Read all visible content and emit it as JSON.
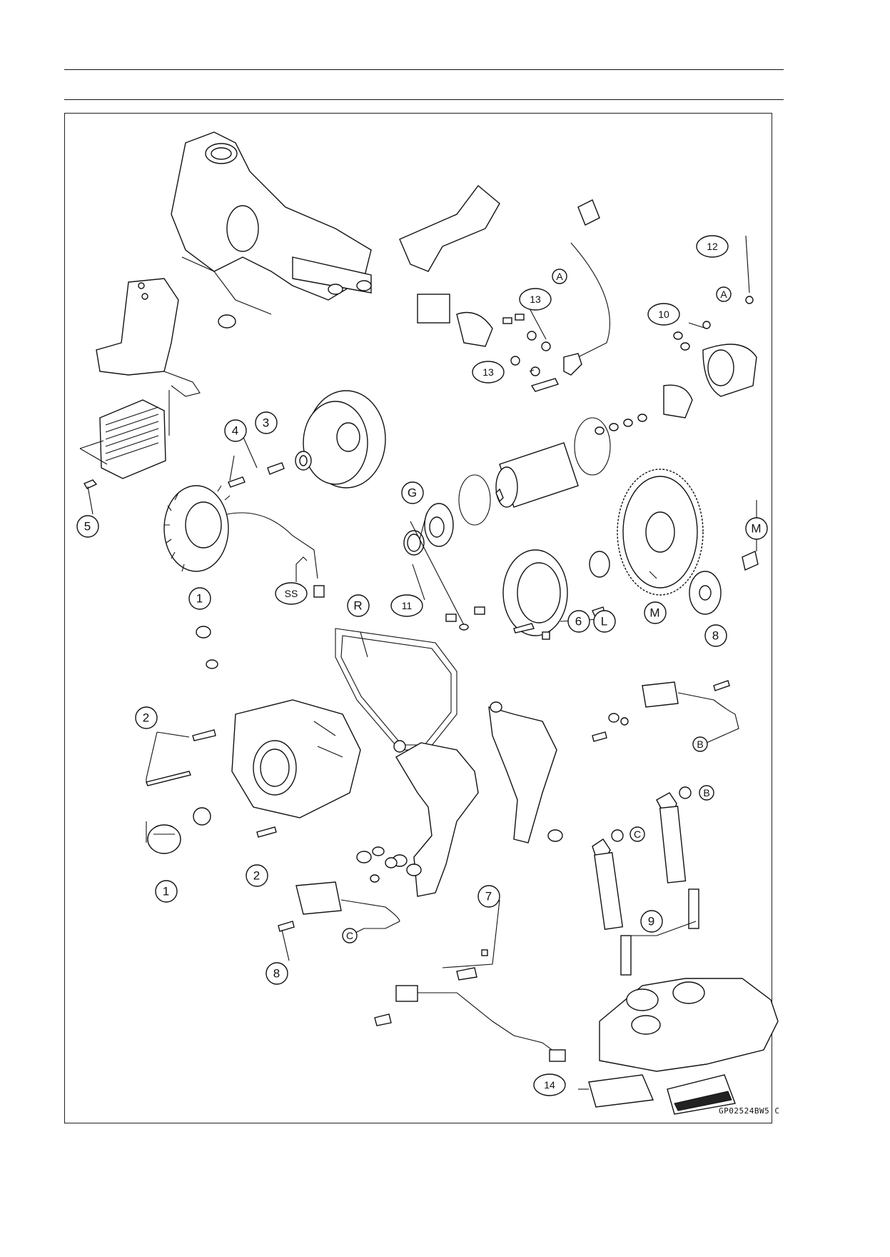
{
  "figure": {
    "code": "GP02524BW5  C",
    "callouts": {
      "c1a": "1",
      "c1b": "1",
      "c2a": "2",
      "c2b": "2",
      "c3": "3",
      "c4": "4",
      "c5": "5",
      "c6": "6",
      "c7": "7",
      "c8a": "8",
      "c8b": "8",
      "c9": "9",
      "c10": "10",
      "c11": "11",
      "c12": "12",
      "c13a": "13",
      "c13b": "13",
      "c14": "14",
      "cG": "G",
      "cSS": "SS",
      "cR": "R",
      "cL": "L",
      "cMa": "M",
      "cMb": "M",
      "cAa": "A",
      "cAb": "A",
      "cBa": "B",
      "cBb": "B",
      "cCa": "C",
      "cCb": "C"
    }
  }
}
